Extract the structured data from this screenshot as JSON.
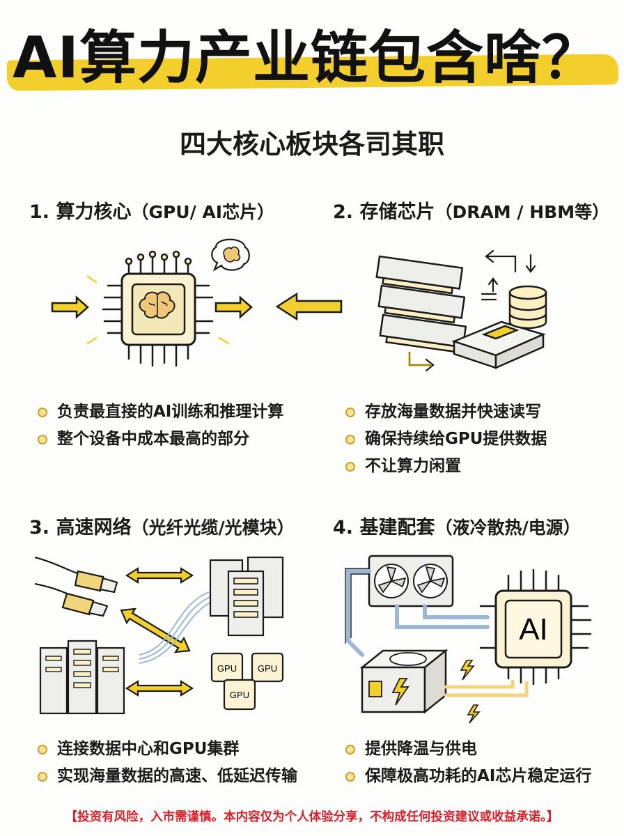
{
  "title": "AI算力产业链包含啥？",
  "subtitle": "四大核心板块各司其职",
  "colors": {
    "accent_yellow": "#f2cf2c",
    "footer_red": "#d8202a",
    "chip_fill": "#fbf0c4"
  },
  "sections": [
    {
      "title": "1. 算力核心",
      "paren": "（GPU/ AI芯片）",
      "illustration_icon": "ai-chip-brain-icon",
      "bullets": [
        "负责最直接的AI训练和推理计算",
        "整个设备中成本最高的部分"
      ]
    },
    {
      "title": "2. 存储芯片",
      "paren": "（DRAM / HBM等）",
      "illustration_icon": "memory-modules-icon",
      "bullets": [
        "存放海量数据并快速读写",
        "确保持续给GPU提供数据",
        "不让算力闲置"
      ]
    },
    {
      "title": "3. 高速网络",
      "paren": "（光纤光缆/光模块）",
      "illustration_icon": "network-servers-icon",
      "gpu_label": "GPU",
      "bullets": [
        "连接数据中心和GPU集群",
        "实现海量数据的高速、低延迟传输"
      ]
    },
    {
      "title": "4. 基建配套",
      "paren": "（液冷散热/电源）",
      "illustration_icon": "cooling-power-icon",
      "chip_label": "AI",
      "bullets": [
        "提供降温与供电",
        "保障极高功耗的AI芯片稳定运行"
      ]
    }
  ],
  "footer": "【投资有风险，入市需谨慎。本内容仅为个人体验分享，不构成任何投资建议或收益承诺。】"
}
